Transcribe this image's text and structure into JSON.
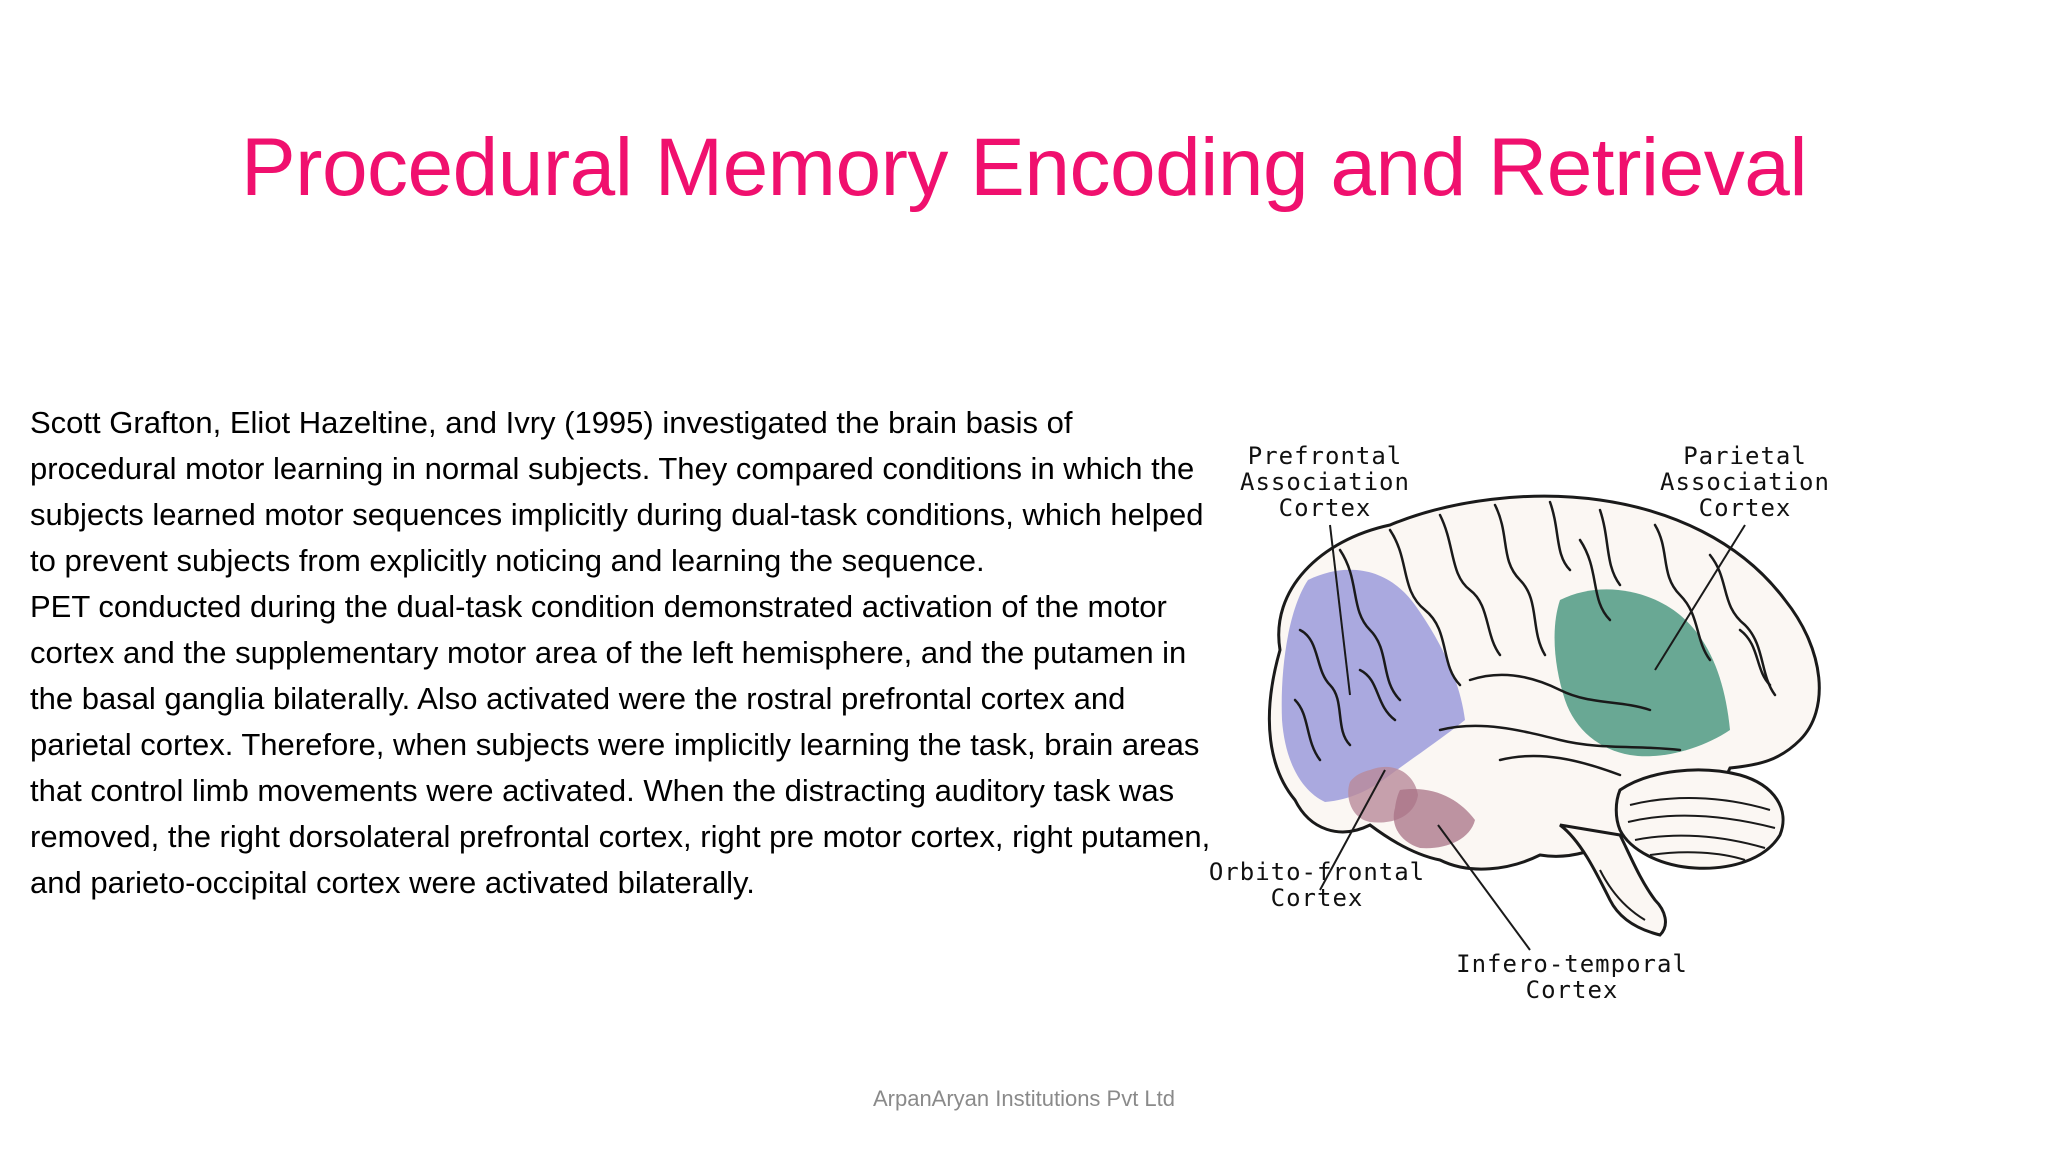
{
  "slide": {
    "title": "Procedural Memory Encoding and Retrieval",
    "paragraph_1": "Scott Grafton, Eliot Hazeltine, and Ivry (1995) investigated the brain basis of procedural motor learning in normal subjects. They compared conditions in which the subjects learned motor sequences implicitly during dual-task conditions, which helped to prevent subjects from explicitly noticing and learning the sequence.",
    "paragraph_2": "PET conducted during the dual-task condition demonstrated activation of the motor cortex and the supplementary motor area of the left hemisphere, and the putamen in the basal ganglia bilaterally. Also activated were the rostral prefrontal cortex and parietal cortex. Therefore, when subjects were implicitly learning the task, brain areas that control limb movements were activated. When the distracting auditory task was removed, the right dorsolateral prefrontal cortex, right pre motor cortex, right putamen, and parieto-occipital cortex were activated bilaterally.",
    "footer": "ArpanAryan Institutions Pvt Ltd"
  },
  "figure": {
    "labels": {
      "prefrontal_line1": "Prefrontal",
      "prefrontal_line2": "Association",
      "prefrontal_line3": "Cortex",
      "parietal_line1": "Parietal",
      "parietal_line2": "Association",
      "parietal_line3": "Cortex",
      "orbito_line1": "Orbito-frontal",
      "orbito_line2": "Cortex",
      "infero_line1": "Infero-temporal",
      "infero_line2": "Cortex"
    },
    "colors": {
      "prefrontal": "#8f8fd8",
      "parietal": "#4f9a82",
      "orbitofrontal": "#b98a9a",
      "inferotemporal": "#a87286",
      "outline": "#1a1a1a"
    }
  }
}
